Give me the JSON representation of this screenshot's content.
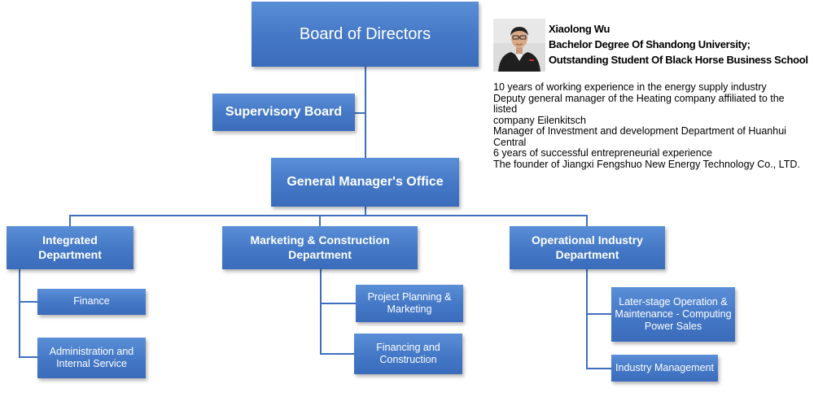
{
  "org_chart": {
    "board": "Board of Directors",
    "supervisory": "Supervisory Board",
    "gm_office": "General Manager's Office",
    "departments": {
      "integrated": {
        "title_line1": "Integrated",
        "title_line2": "Department",
        "sub1": "Finance",
        "sub2_line1": "Administration and",
        "sub2_line2": "Internal Service"
      },
      "marketing": {
        "title_line1": "Marketing & Construction",
        "title_line2": "Department",
        "sub1_line1": "Project Planning &",
        "sub1_line2": "Marketing",
        "sub2_line1": "Financing and",
        "sub2_line2": "Construction"
      },
      "operational": {
        "title_line1": "Operational Industry",
        "title_line2": "Department",
        "sub1_line1": "Later-stage Operation &",
        "sub1_line2": "Maintenance - Computing",
        "sub1_line3": "Power Sales",
        "sub2": "Industry Management"
      }
    }
  },
  "profile": {
    "name": "Xiaolong Wu",
    "edu_line1": "Bachelor Degree Of Shandong University;",
    "edu_line2": "Outstanding Student Of Black Horse Business School",
    "bio_lines": [
      "10 years of working experience in the energy supply industry",
      "Deputy general manager of the Heating company affiliated to the",
      "listed",
      "company Eilenkitsch",
      "Manager of Investment and development Department of Huanhui",
      "Central",
      "6 years of successful entrepreneurial experience",
      "The founder of Jiangxi Fengshuo New Energy Technology Co., LTD."
    ]
  },
  "colors": {
    "box_fill": "#4478c6",
    "connector": "#3f6fbf",
    "text_on_box": "#ffffff"
  }
}
